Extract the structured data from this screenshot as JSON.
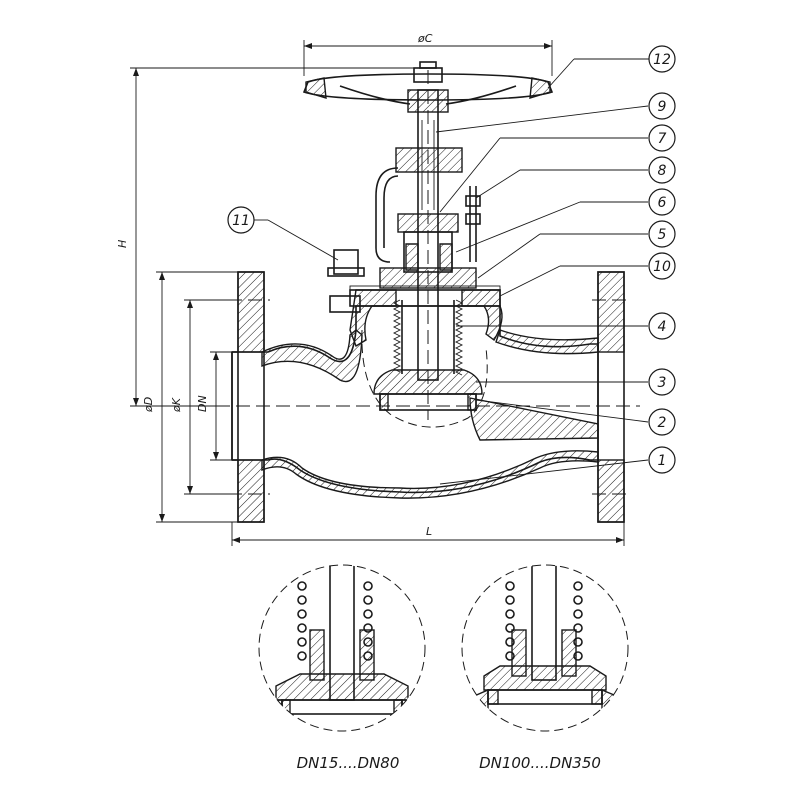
{
  "dimensions": {
    "C": "øC",
    "H": "H",
    "D": "øD",
    "K": "øK",
    "DN": "DN",
    "L": "L"
  },
  "callouts": [
    "1",
    "2",
    "3",
    "4",
    "5",
    "6",
    "7",
    "8",
    "9",
    "10",
    "11",
    "12"
  ],
  "details": {
    "small": "DN15....DN80",
    "large": "DN100....DN350"
  }
}
